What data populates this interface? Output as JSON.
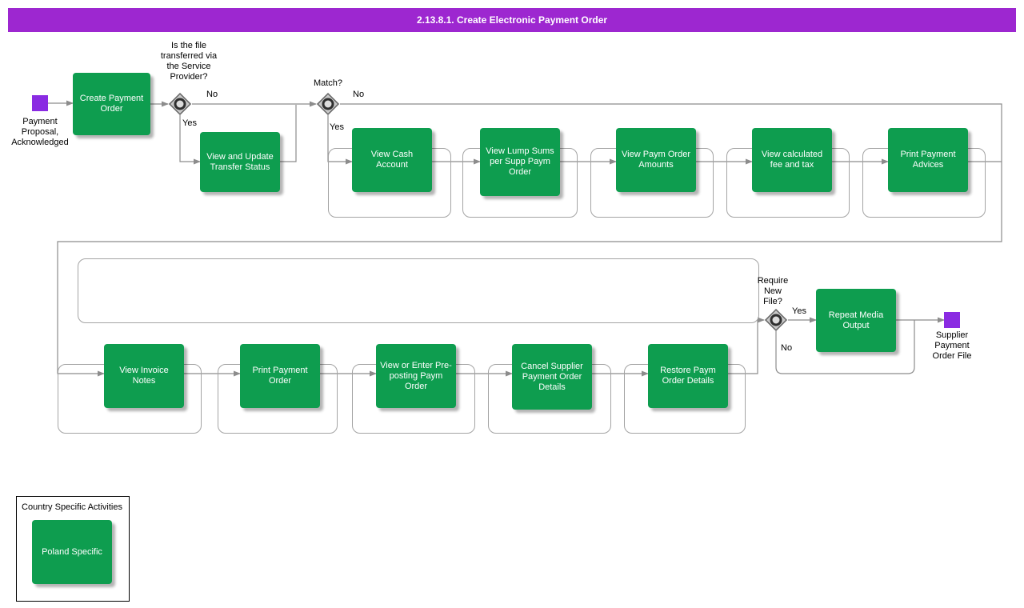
{
  "banner": {
    "title": "2.13.8.1. Create Electronic Payment Order"
  },
  "colors": {
    "banner": "#9D27D0",
    "activity": "#0E9D4F",
    "event": "#8A2BE2",
    "line": "#8C8C8C"
  },
  "events": {
    "start": {
      "label": "Payment\nProposal,\nAcknowledged"
    },
    "end": {
      "label": "Supplier\nPayment\nOrder File"
    }
  },
  "activities": [
    {
      "id": "create-payment-order",
      "label": "Create Payment Order"
    },
    {
      "id": "view-and-update-transfer-status",
      "label": "View and Update Transfer Status"
    },
    {
      "id": "view-cash-account",
      "label": "View Cash Account"
    },
    {
      "id": "view-lump-sums",
      "label": "View Lump Sums per Supp Paym Order"
    },
    {
      "id": "view-paym-order-amounts",
      "label": "View Paym Order Amounts"
    },
    {
      "id": "view-calculated-fee-and-tax",
      "label": "View calculated fee and tax"
    },
    {
      "id": "print-payment-advices",
      "label": "Print Payment Advices"
    },
    {
      "id": "view-invoice-notes",
      "label": "View Invoice Notes"
    },
    {
      "id": "print-payment-order",
      "label": "Print Payment Order"
    },
    {
      "id": "view-or-enter-preposting",
      "label": "View or Enter Pre-posting Paym Order"
    },
    {
      "id": "cancel-supplier-payment-order-details",
      "label": "Cancel Supplier Payment Order Details"
    },
    {
      "id": "restore-paym-order-details",
      "label": "Restore Paym Order Details"
    },
    {
      "id": "repeat-media-output",
      "label": "Repeat Media Output"
    }
  ],
  "gateways": [
    {
      "question": "Is the file\ntransferred via\nthe Service\nProvider?",
      "yes": "Yes",
      "no": "No"
    },
    {
      "question": "Match?",
      "yes": "Yes",
      "no": "No"
    },
    {
      "question": "Require\nNew\nFile?",
      "yes": "Yes",
      "no": "No"
    }
  ],
  "legend": {
    "title": "Country Specific Activities",
    "item": "Poland Specific"
  }
}
